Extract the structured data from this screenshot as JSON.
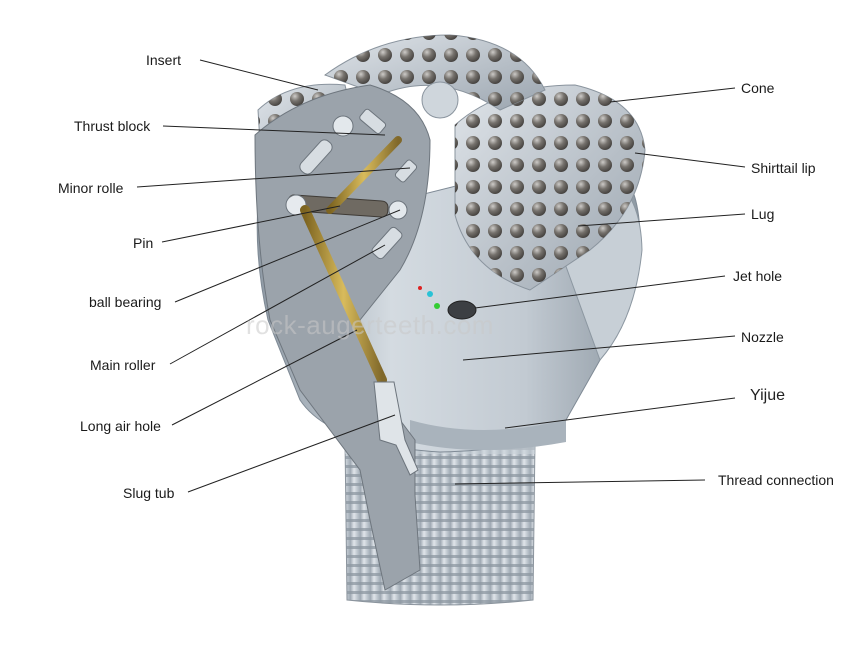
{
  "labels": {
    "insert": "Insert",
    "thrust_block": "Thrust block",
    "minor_roller": "Minor rolle",
    "pin": "Pin",
    "ball_bearing": "ball bearing",
    "main_roller": "Main roller",
    "long_air_hole": "Long air hole",
    "slug_tub": "Slug tub",
    "cone": "Cone",
    "shirttail_lip": "Shirttail lip",
    "lug": "Lug",
    "jet_hole": "Jet hole",
    "nozzle": "Nozzle",
    "brand": "Yijue",
    "thread_connection": "Thread connection"
  },
  "watermark": "rock-augerteeth.com",
  "colors": {
    "steel": "#b9c3cc",
    "steel_dark": "#7d8894",
    "insert": "#5e5a55",
    "air_tube": "#b89a3e",
    "leader": "#222222"
  }
}
